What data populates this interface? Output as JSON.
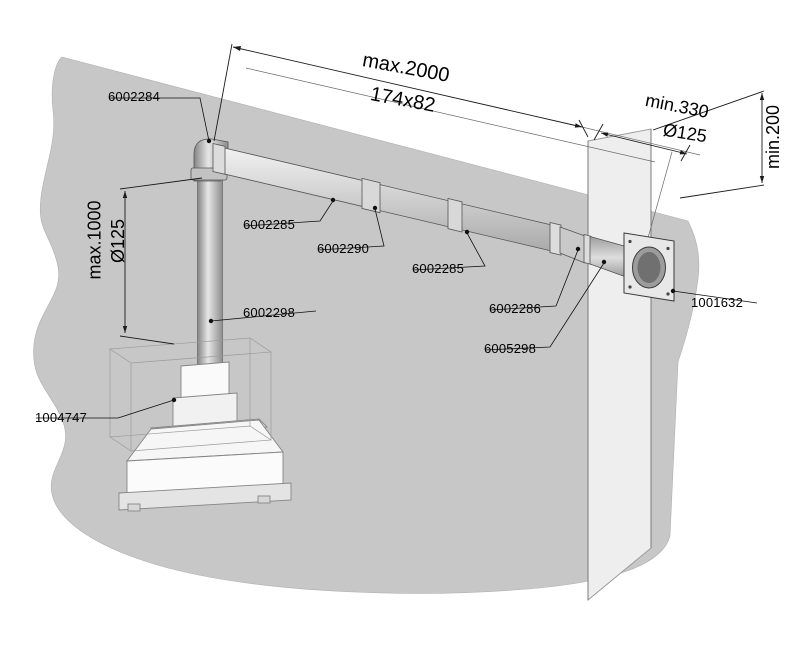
{
  "diagram_type": "hood-duct-installation-drawing",
  "colors": {
    "background_blob": "#c7c7c7",
    "wall_panel": "#eeeeee",
    "line": "#1a1a1a"
  },
  "dimensions": {
    "span": "max.2000",
    "duct_section": "174x82",
    "wall_duct_min_length": "min.330",
    "wall_duct_diameter": "Ø125",
    "wall_min_clearance": "min.200",
    "riser_max_height": "max.1000",
    "riser_diameter": "Ø125"
  },
  "parts": {
    "swivel_elbow": "6002284",
    "duct_segment_left": "6002285",
    "duct_coupling": "6002290",
    "duct_segment_right": "6002285",
    "duct_transition": "6002286",
    "riser_pipe": "6002298",
    "wall_pipe": "6005298",
    "wall_flange": "1001632",
    "hood_unit": "1004747"
  }
}
